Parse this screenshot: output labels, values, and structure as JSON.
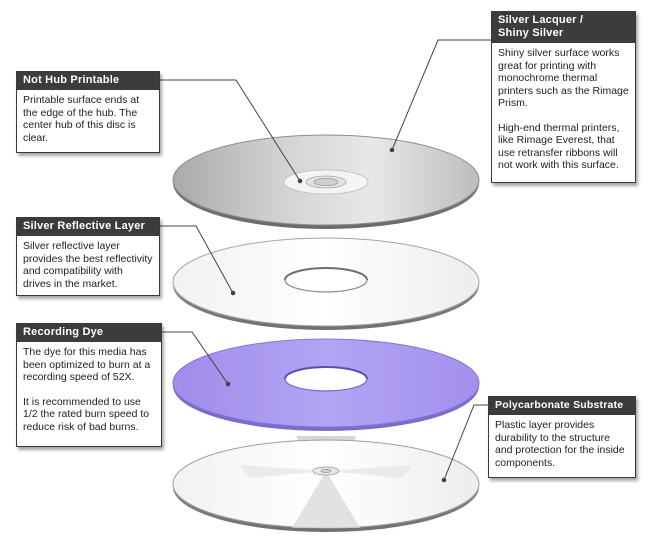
{
  "callouts": {
    "not_hub_printable": {
      "title": "Not Hub Printable",
      "body": "Printable surface ends at the edge of the hub. The center hub of this disc is clear."
    },
    "silver_lacquer": {
      "title_line1": "Silver Lacquer /",
      "title_line2": "Shiny Silver",
      "body_p1": "Shiny silver surface works great for printing with monochrome thermal printers such as the Rimage Prism.",
      "body_p2": "High-end thermal printers, like Rimage Everest, that use retransfer ribbons will not work with this surface."
    },
    "silver_reflective": {
      "title": "Silver Reflective Layer",
      "body": "Silver reflective layer provides the best reflectivity and compatibility with drives in the market."
    },
    "recording_dye": {
      "title": "Recording Dye",
      "body_p1": "The dye for this media has been optimized to burn at a recording speed of 52X.",
      "body_p2": "It is recommended to use 1/2 the rated burn speed to reduce risk of bad burns."
    },
    "polycarbonate": {
      "title": "Polycarbonate Substrate",
      "body": "Plastic layer provides durability to the structure and protection for the inside components."
    }
  },
  "colors": {
    "callout_header": "#3c3c3c",
    "dye_purple": "#a795ef",
    "silver": "#c8c8c8"
  }
}
